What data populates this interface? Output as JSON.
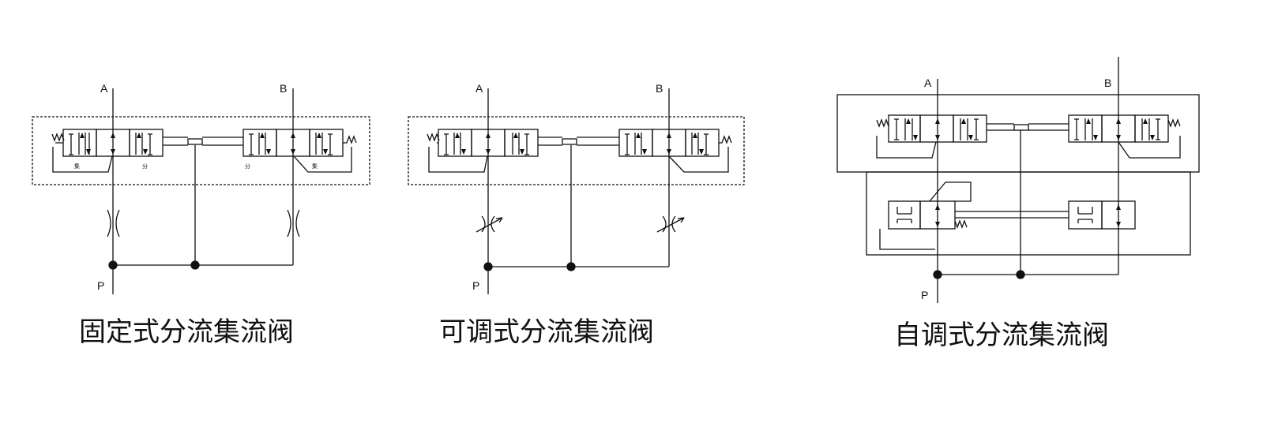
{
  "diagrams": [
    {
      "caption": "固定式分流集流阀",
      "port_a": "A",
      "port_b": "B",
      "port_p": "P",
      "spool_labels": [
        "集",
        "分",
        "分",
        "集"
      ],
      "restrictor": "fixed-orifice"
    },
    {
      "caption": "可调式分流集流阀",
      "port_a": "A",
      "port_b": "B",
      "port_p": "P",
      "restrictor": "adjustable-orifice"
    },
    {
      "caption": "自调式分流集流阀",
      "port_a": "A",
      "port_b": "B",
      "port_p": "P",
      "restrictor": "pressure-compensated-spool"
    }
  ],
  "colors": {
    "line": "#111111",
    "background": "#ffffff"
  }
}
